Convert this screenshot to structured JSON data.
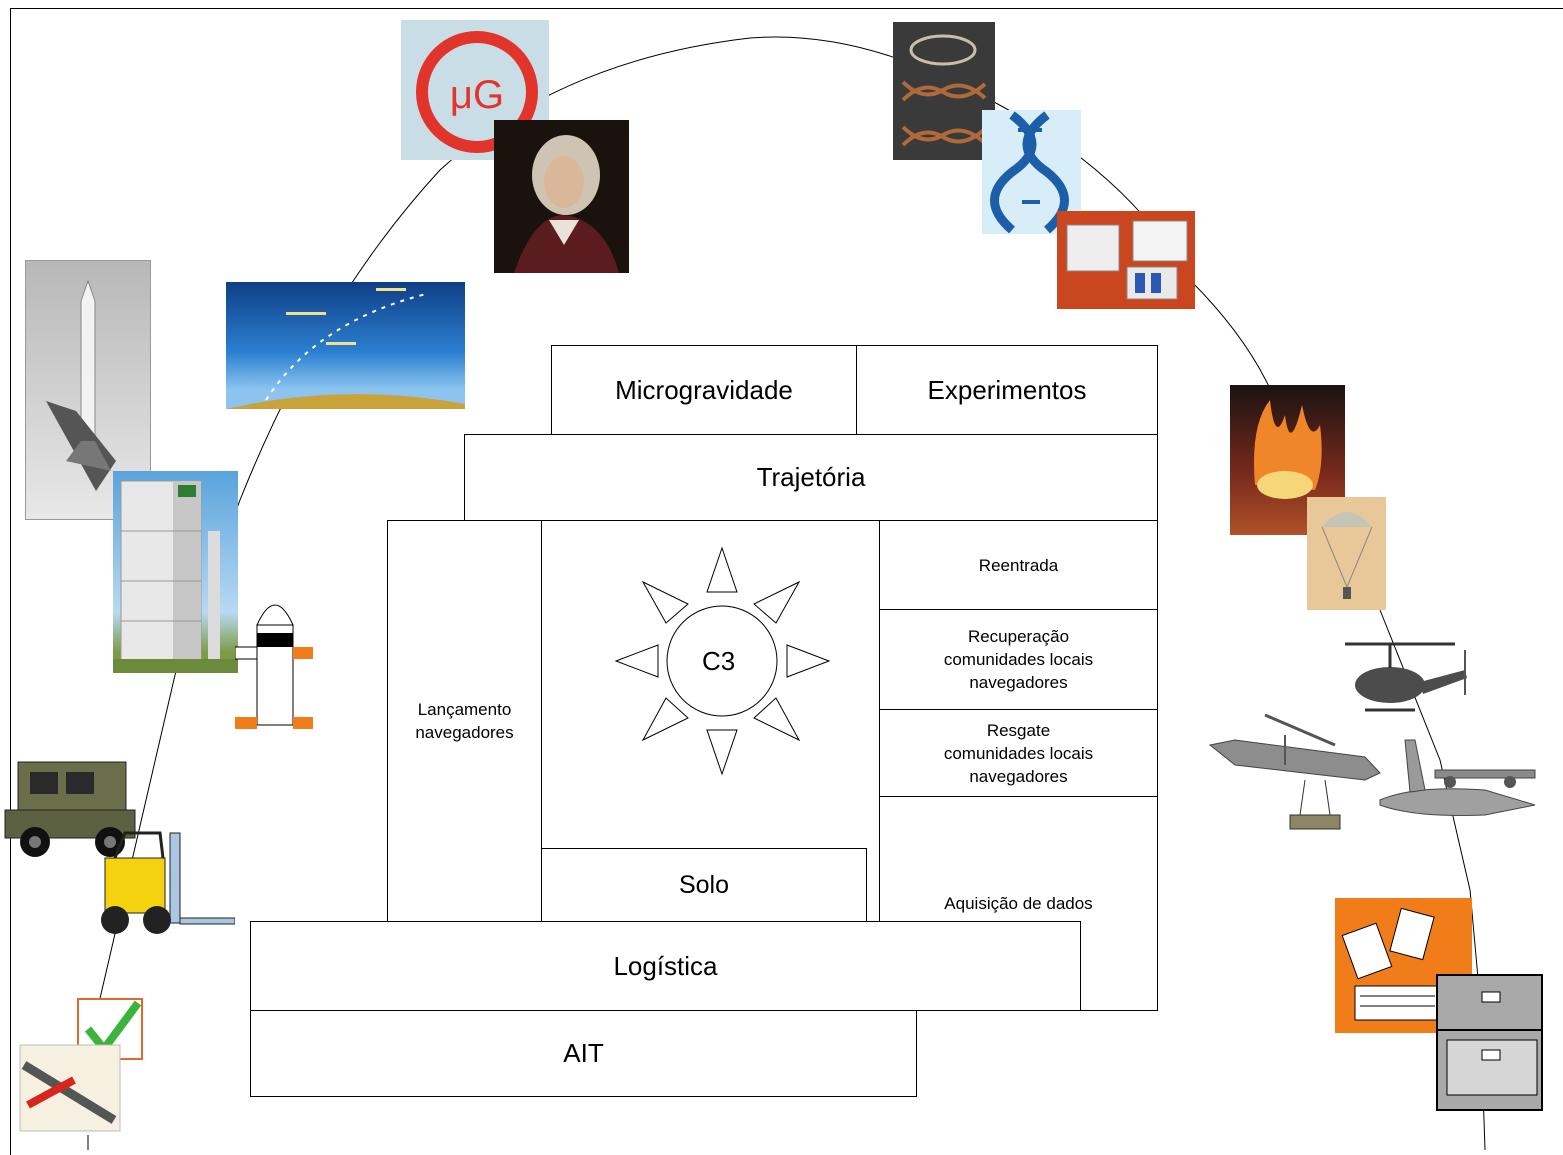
{
  "blocks": {
    "microgravidade": "Microgravidade",
    "experimentos": "Experimentos",
    "trajetoria": "Trajetória",
    "lancamento_line1": "Lançamento",
    "lancamento_line2": "navegadores",
    "c3": "C3",
    "solo": "Solo",
    "reentrada": "Reentrada",
    "recuperacao_line1": "Recuperação",
    "recuperacao_line2": "comunidades locais",
    "recuperacao_line3": "navegadores",
    "resgate_line1": "Resgate",
    "resgate_line2": "comunidades locais",
    "resgate_line3": "navegadores",
    "aquisicao": "Aquisição de dados",
    "logistica": "Logística",
    "ait": "AIT"
  },
  "images": {
    "microgravity_logo_text": "μG"
  },
  "colors": {
    "line": "#000000",
    "accent_orange": "#f07d1a",
    "sky_blue": "#2b7fd0",
    "check_green": "#3cb43c"
  }
}
